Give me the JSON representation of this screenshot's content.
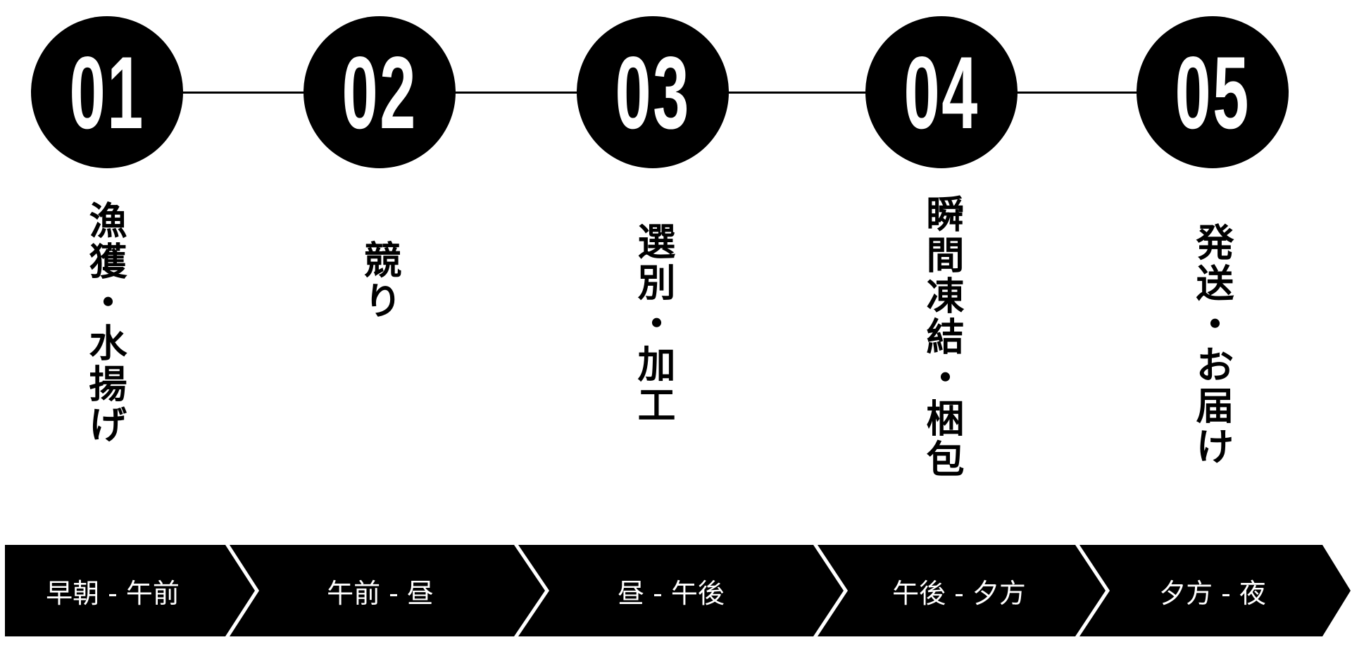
{
  "colors": {
    "foreground": "#000000",
    "background": "#ffffff",
    "inverse_text": "#ffffff"
  },
  "steps": [
    {
      "number": "01",
      "label": "漁獲・水揚げ"
    },
    {
      "number": "02",
      "label": "競り"
    },
    {
      "number": "03",
      "label": "選別・加工"
    },
    {
      "number": "04",
      "label": "瞬間凍結・梱包"
    },
    {
      "number": "05",
      "label": "発送・お届け"
    }
  ],
  "timeline": [
    {
      "label": "早朝 - 午前"
    },
    {
      "label": "午前 - 昼"
    },
    {
      "label": "昼 - 午後"
    },
    {
      "label": "午後 - 夕方"
    },
    {
      "label": "夕方 - 夜"
    }
  ]
}
